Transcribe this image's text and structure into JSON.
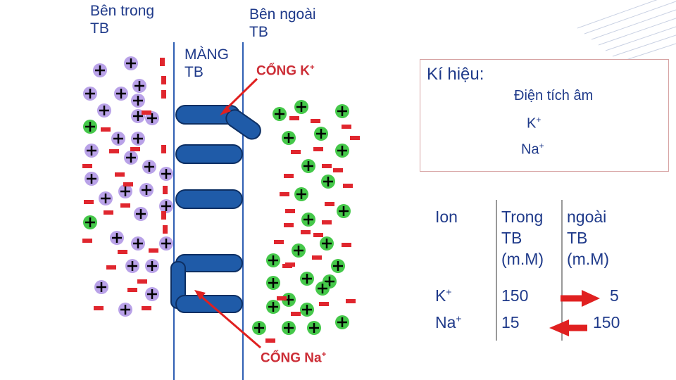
{
  "labels": {
    "inside": "Bên trong\nTB",
    "outside": "Bên ngoài\nTB",
    "membrane": "MÀNG\nTB",
    "k_gate": "CỔNG K",
    "k_sup": "+",
    "na_gate": "CỔNG Na",
    "na_sup": "+"
  },
  "legend": {
    "title": "Kí hiệu:",
    "negative": "Điện tích âm",
    "k_label": "K",
    "k_sup": "+",
    "na_label": "Na",
    "na_sup": "+",
    "k_color": "#b9a2e8",
    "na_color": "#45c84a"
  },
  "table": {
    "headers": [
      "Ion",
      "Trong\nTB\n(m.M)",
      "ngoài\nTB\n(m.M)"
    ],
    "rows": [
      {
        "ion": "K",
        "ion_sup": "+",
        "inside": "150",
        "outside": "5"
      },
      {
        "ion": "Na",
        "ion_sup": "+",
        "inside": "15",
        "outside": "150"
      }
    ]
  },
  "colors": {
    "text": "#1f3a8a",
    "negative": "#e0262e",
    "membrane_line": "#2f5fb3",
    "channel": "#1f5ba8",
    "arrow": "#e02020",
    "k_ion": "#b9a2e8",
    "na_ion": "#45c84a"
  }
}
